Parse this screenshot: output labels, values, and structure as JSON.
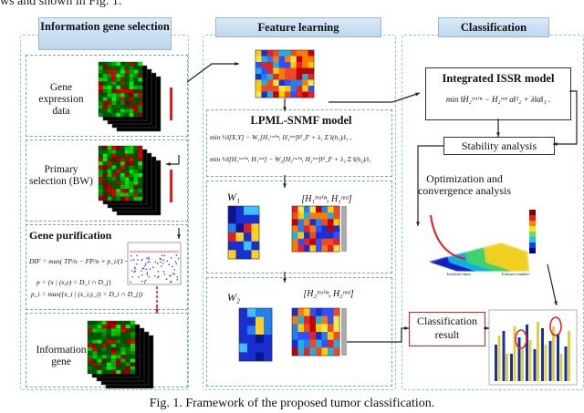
{
  "top_text": "ws and shown in Fig. 1.",
  "panels": {
    "info": {
      "title": "Information gene selection"
    },
    "feature": {
      "title": "Feature learning"
    },
    "classification": {
      "title": "Classification"
    }
  },
  "info_items": {
    "gene_expression": "Gene expression data",
    "primary_selection": "Primary selection (BW)",
    "gene_purification": "Gene purification",
    "information_gene": "Information gene"
  },
  "purification_formulas": [
    "DIF = max( TP/n − FP/n × p_i/(1−p_i) )",
    "p = {x | (x,y) = D_i ∩ D_j}",
    "p_i = max({x_i | (x_i,y_i) = D_i ∩ D_j})"
  ],
  "lpml": {
    "title": "LPML-SNMF model",
    "formulas": [
      "min ½‖[X,Y] − W₁[H₁ᵗʳᵃⁱⁿ, H₁ᵗᵉˢᵗ]‖²_F + λ₁ Σ ‖(h₁)ᵢ‖₁ ,",
      "min ½‖[H₁ᵗʳᵃⁱⁿ, H₁ᵗᵉˢᵗ] − W₂[H₂ᵗʳᵃⁱⁿ, H₂ᵗᵉˢᵗ]‖²_F + λ₂ Σ ‖(h₂)ᵢ‖₁"
    ]
  },
  "feature_labels": {
    "w1": "W₁",
    "h1": "[H₁ᵗʳᵃⁱⁿ, H₁ᵗᵉˢᵗ]",
    "w2": "W₂",
    "h2": "[H₂ᵗʳᵃⁱⁿ, H₂ᵗᵉˢᵗ]"
  },
  "issr": {
    "title": "Integrated ISSR model",
    "formula": "min ‖H₂ᵗʳᵃⁱⁿ − H₂ᵗᵉˢᵗ α‖²₂ + λ‖α‖₁ ."
  },
  "stability": "Stability analysis",
  "optimization": "Optimization and convergence analysis",
  "classification_result": "Classification result",
  "surface_axis_labels": {
    "x": "Iteration times",
    "y": "Features number"
  },
  "caption": "Fig. 1. Framework of the proposed tumor classification.",
  "colors": {
    "dashed_border": "#88c8c8",
    "header_fill": "#c7dcf1",
    "arrow": "#222222",
    "red_arrow": "#e02020",
    "red_highlight": "#e02020"
  }
}
